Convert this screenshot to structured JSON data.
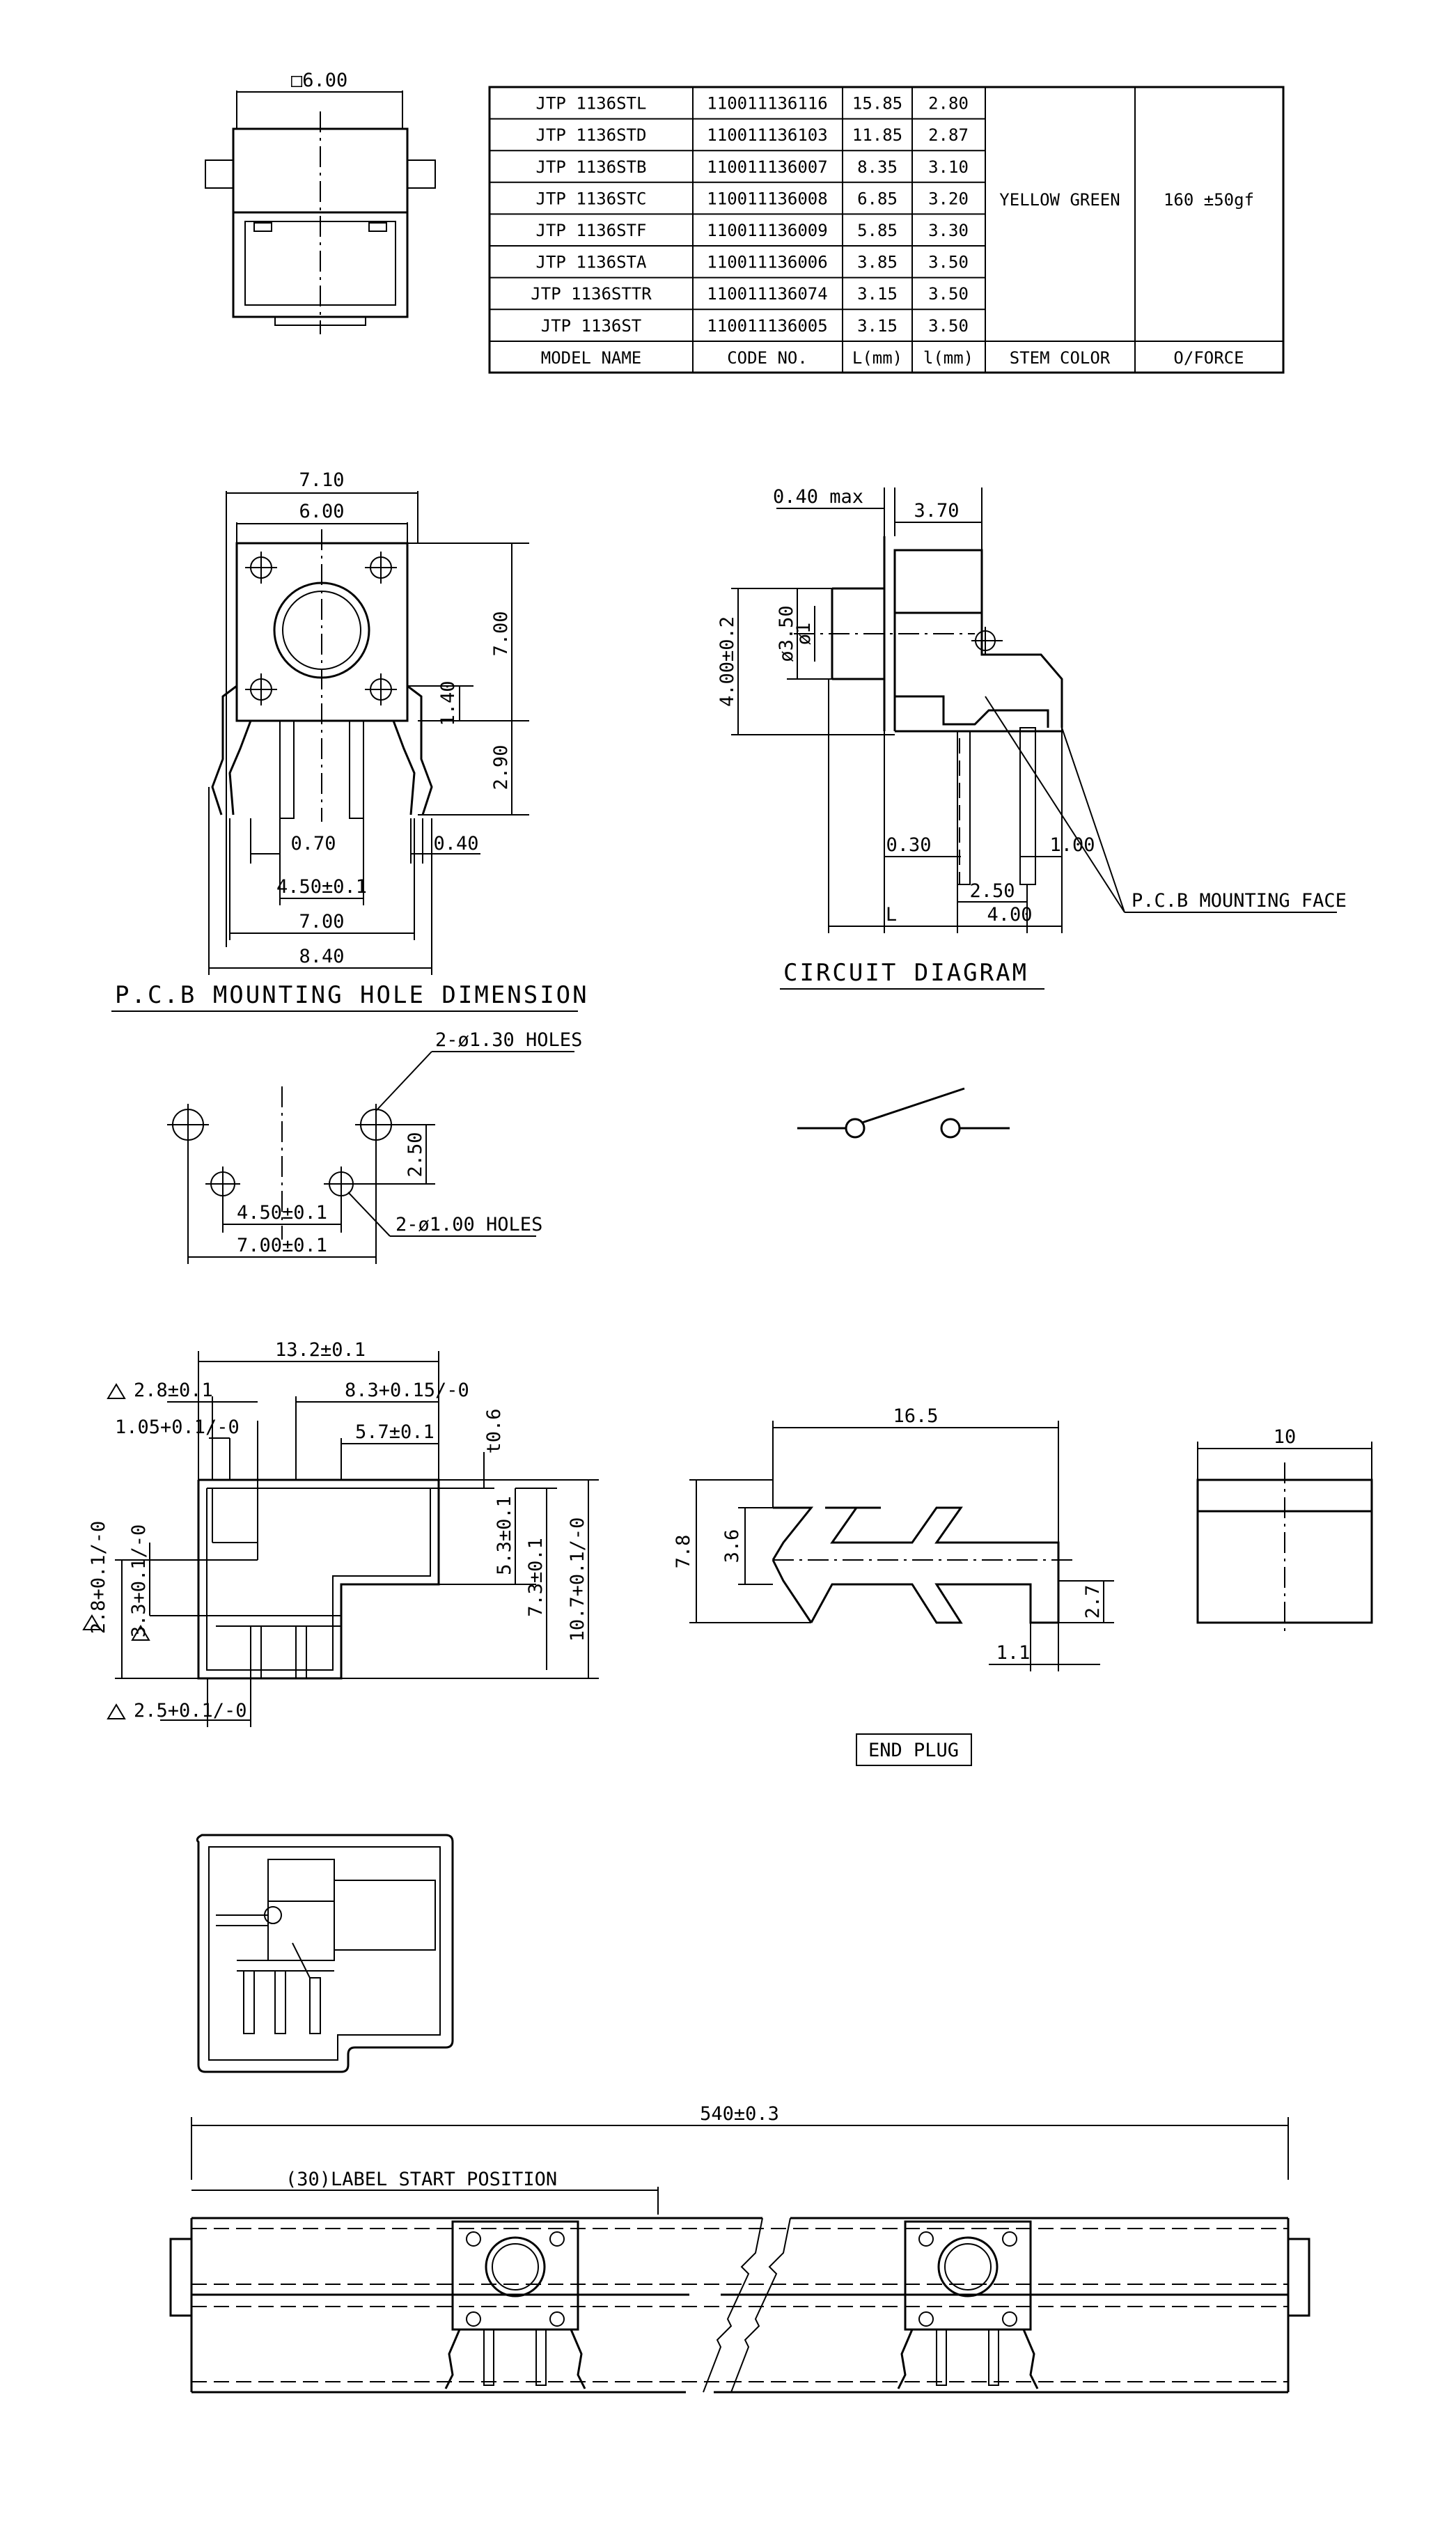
{
  "spec_table": {
    "rows": [
      {
        "model": "JTP 1136STL",
        "code": "110011136116",
        "L": "15.85",
        "l": "2.80"
      },
      {
        "model": "JTP 1136STD",
        "code": "110011136103",
        "L": "11.85",
        "l": "2.87"
      },
      {
        "model": "JTP 1136STB",
        "code": "110011136007",
        "L": "8.35",
        "l": "3.10"
      },
      {
        "model": "JTP 1136STC",
        "code": "110011136008",
        "L": "6.85",
        "l": "3.20"
      },
      {
        "model": "JTP 1136STF",
        "code": "110011136009",
        "L": "5.85",
        "l": "3.30"
      },
      {
        "model": "JTP 1136STA",
        "code": "110011136006",
        "L": "3.85",
        "l": "3.50"
      },
      {
        "model": "JTP 1136STTR",
        "code": "110011136074",
        "L": "3.15",
        "l": "3.50"
      },
      {
        "model": "JTP 1136ST",
        "code": "110011136005",
        "L": "3.15",
        "l": "3.50"
      }
    ],
    "stem_color": "YELLOW GREEN",
    "force": "160 ±50gf",
    "headers": {
      "model": "MODEL NAME",
      "code": "CODE NO.",
      "L": "L(mm)",
      "l": "l(mm)",
      "stem": "STEM COLOR",
      "force": "O/FORCE"
    }
  },
  "top_view": {
    "dim": "□6.00"
  },
  "front_view": {
    "dims": {
      "w710": "7.10",
      "w600": "6.00",
      "h700": "7.00",
      "h140": "1.40",
      "h290": "2.90",
      "w070": "0.70",
      "w040": "0.40",
      "w450": "4.50±0.1",
      "w700b": "7.00",
      "w840": "8.40"
    }
  },
  "side_view": {
    "dims": {
      "max040": "0.40 max",
      "w370": "3.70",
      "d350": "ø3.50",
      "d1": "ø1",
      "h400": "4.00±0.2",
      "w030": "0.30",
      "w100": "1.00",
      "w250": "2.50",
      "L": "L",
      "w400": "4.00"
    },
    "mounting_face": "P.C.B MOUNTING FACE"
  },
  "pcb_holes": {
    "title": "P.C.B MOUNTING HOLE DIMENSION",
    "big_holes": "2-ø1.30 HOLES",
    "small_holes": "2-ø1.00 HOLES",
    "dims": {
      "h250": "2.50",
      "w450": "4.50±0.1",
      "w700": "7.00±0.1"
    }
  },
  "circuit": {
    "title": "CIRCUIT DIAGRAM"
  },
  "tube_profile": {
    "dims": {
      "w132": "13.2±0.1",
      "w28": "2.8±0.1",
      "w83": "8.3+0.15/-0",
      "w105": "1.05+0.1/-0",
      "w57": "5.7±0.1",
      "t06": "t0.6",
      "h53": "5.3±0.1",
      "h73": "7.3±0.1",
      "h107": "10.7+0.1/-0",
      "h28": "2.8+0.1/-0",
      "h33": "3.3+0.1/-0",
      "w25": "2.5+0.1/-0"
    }
  },
  "end_plug": {
    "title": "END PLUG",
    "dims": {
      "w165": "16.5",
      "h78": "7.8",
      "h36": "3.6",
      "h27": "2.7",
      "w11": "1.1",
      "w10": "10"
    }
  },
  "tube_length": {
    "length": "540±0.3",
    "label_start": "(30)LABEL START POSITION"
  }
}
